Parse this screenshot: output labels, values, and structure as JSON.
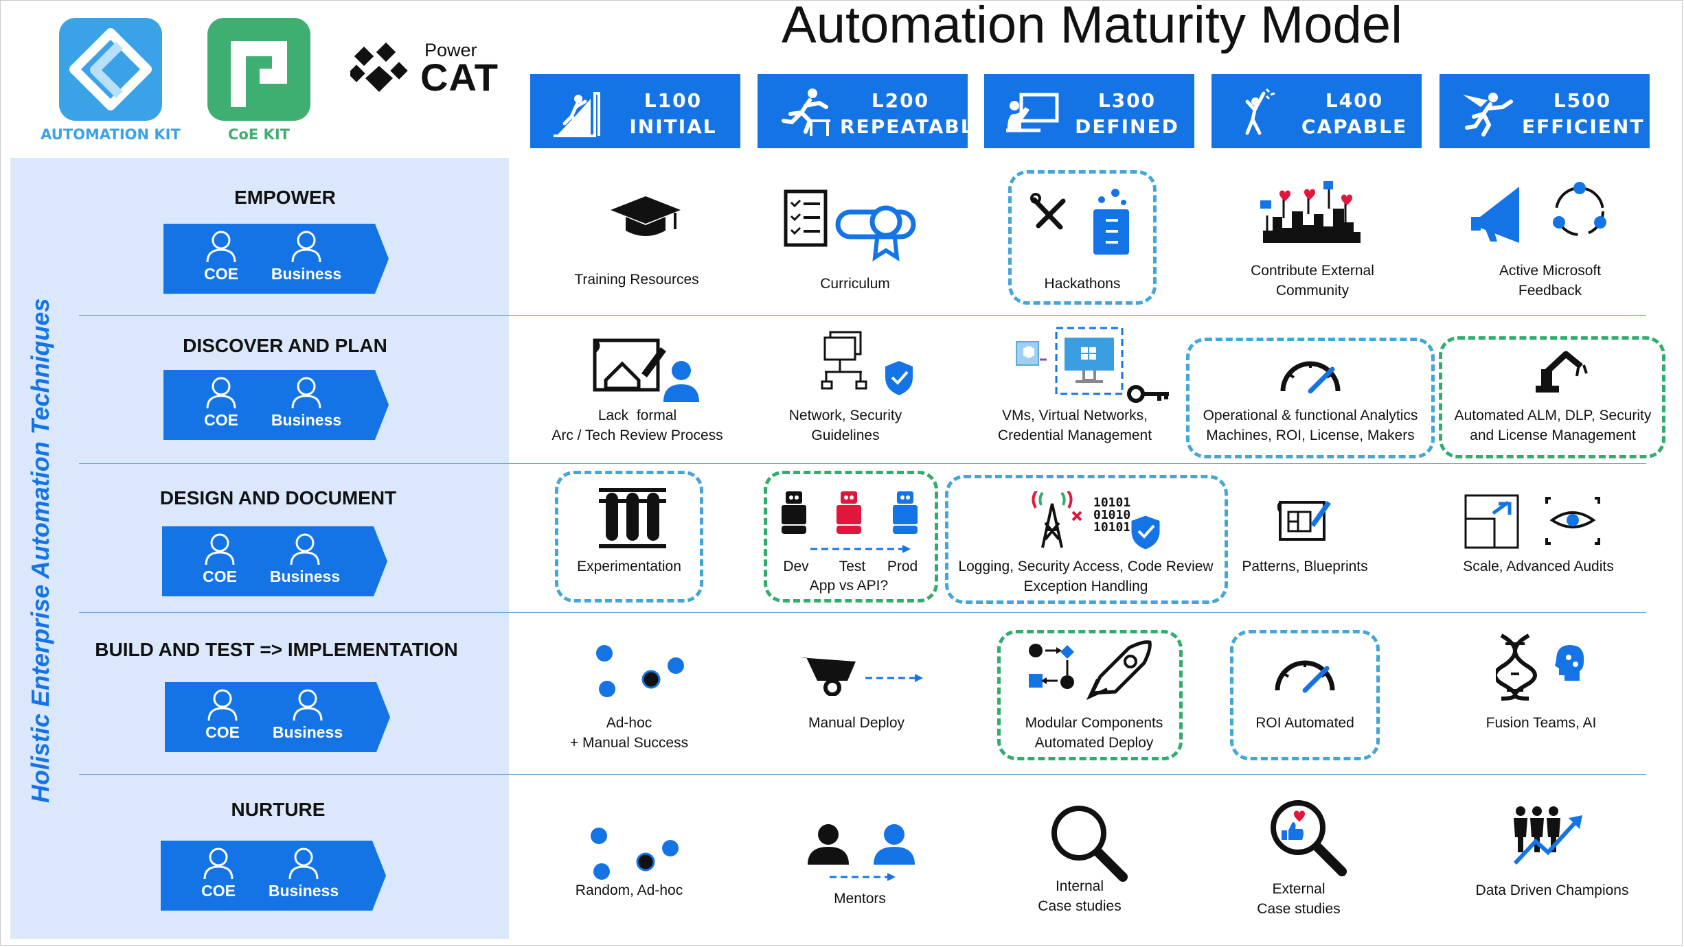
{
  "title": "Automation Maturity Model",
  "logos": {
    "automation_kit": "AUTOMATION KIT",
    "coe_kit": "CoE KIT",
    "powercat_top": "Power",
    "powercat_bottom": "CAT"
  },
  "colors": {
    "accent_blue": "#1474e6",
    "panel_blue": "#dbe8fb",
    "dashed_blue": "#43a6da",
    "dashed_green": "#2fae6b",
    "automation_kit": "#3aa3e8",
    "coe_kit": "#3fae71"
  },
  "levels": [
    {
      "code": "L100",
      "name": "INITIAL",
      "icon": "climber-icon"
    },
    {
      "code": "L200",
      "name": "REPEATABLE",
      "icon": "hurdler-icon"
    },
    {
      "code": "L300",
      "name": "DEFINED",
      "icon": "presenter-icon"
    },
    {
      "code": "L400",
      "name": "CAPABLE",
      "icon": "celebrating-person-icon"
    },
    {
      "code": "L500",
      "name": "EFFICIENT",
      "icon": "superhero-icon"
    }
  ],
  "side_label": "Holistic Enterprise Automation Techniques",
  "pill": {
    "coe": "COE",
    "business": "Business"
  },
  "rows": [
    {
      "title": "EMPOWER",
      "cells": [
        {
          "lines": [
            "Training Resources"
          ],
          "icon": "graduation-cap-icon"
        },
        {
          "lines": [
            "Curriculum"
          ],
          "icon": "checklist-certificate-icon"
        },
        {
          "lines": [
            "Hackathons"
          ],
          "icon": "tools-beaker-icon",
          "highlight": "blue"
        },
        {
          "lines": [
            "Contribute External",
            "Community"
          ],
          "icon": "community-city-icon"
        },
        {
          "lines": [
            "Active Microsoft",
            "Feedback"
          ],
          "icon": "megaphone-cycle-icon"
        }
      ]
    },
    {
      "title": "DISCOVER AND PLAN",
      "cells": [
        {
          "lines": [
            "Lack  formal",
            "Arc / Tech Review Process"
          ],
          "icon": "blueprint-person-icon"
        },
        {
          "lines": [
            "Network, Security",
            "Guidelines"
          ],
          "icon": "network-shield-icon"
        },
        {
          "lines": [
            "VMs, Virtual Networks,",
            "Credential Management"
          ],
          "icon": "vm-monitor-key-icon"
        },
        {
          "lines": [
            "Operational & functional Analytics",
            "Machines, ROI, License, Makers"
          ],
          "icon": "gauge-icon",
          "highlight": "blue"
        },
        {
          "lines": [
            "Automated ALM, DLP, Security",
            "and License Management"
          ],
          "icon": "robot-arm-icon",
          "highlight": "green"
        }
      ]
    },
    {
      "title": "DESIGN AND DOCUMENT",
      "cells": [
        {
          "lines": [
            "Experimentation"
          ],
          "icon": "test-tubes-icon",
          "highlight": "blue"
        },
        {
          "lines": [
            "App vs API?"
          ],
          "sublabels": [
            "Dev",
            "Test",
            "Prod"
          ],
          "icon": "robots-icon",
          "highlight": "green"
        },
        {
          "lines": [
            "Logging, Security Access, Code Review",
            "Exception Handling"
          ],
          "icon": "antenna-binary-shield-icon",
          "highlight": "blue"
        },
        {
          "lines": [
            "Patterns, Blueprints"
          ],
          "icon": "blueprint-icon"
        },
        {
          "lines": [
            "Scale, Advanced Audits"
          ],
          "icon": "scale-eye-icon"
        }
      ]
    },
    {
      "title": "BUILD AND TEST => IMPLEMENTATION",
      "cells": [
        {
          "lines": [
            "Ad-hoc",
            "+ Manual Success"
          ],
          "icon": "scattered-dots-icon"
        },
        {
          "lines": [
            "Manual Deploy"
          ],
          "icon": "wheelbarrow-icon"
        },
        {
          "lines": [
            "Modular Components",
            "Automated Deploy"
          ],
          "icon": "modules-rocket-icon",
          "highlight": "green"
        },
        {
          "lines": [
            "ROI Automated"
          ],
          "icon": "gauge-icon",
          "highlight": "blue"
        },
        {
          "lines": [
            "Fusion Teams, AI"
          ],
          "icon": "dna-ai-head-icon"
        }
      ]
    },
    {
      "title": "NURTURE",
      "cells": [
        {
          "lines": [
            "Random, Ad-hoc"
          ],
          "icon": "scattered-dots-icon"
        },
        {
          "lines": [
            "Mentors"
          ],
          "icon": "mentor-people-icon"
        },
        {
          "lines": [
            "Internal",
            "Case studies"
          ],
          "icon": "magnifier-icon"
        },
        {
          "lines": [
            "External",
            "Case studies"
          ],
          "icon": "magnifier-heart-icon"
        },
        {
          "lines": [
            "Data Driven Champions"
          ],
          "icon": "champions-trend-icon"
        }
      ]
    }
  ]
}
